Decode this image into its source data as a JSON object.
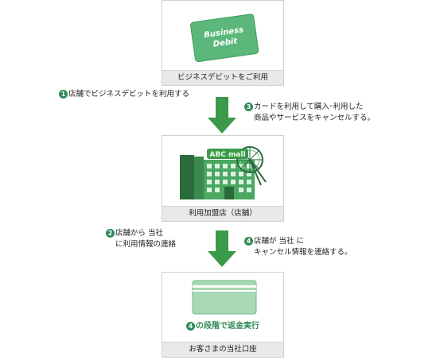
{
  "card_box": {
    "card_text_line1": "Business",
    "card_text_line2": "Debit",
    "caption": "ビジネスデビットをご利用"
  },
  "store_box": {
    "sign_text": "ABC mall",
    "caption": "利用加盟店（店舗）"
  },
  "account_box": {
    "refund_number": "4",
    "refund_text": "の段階で返金実行",
    "caption": "お客さまの当社口座"
  },
  "steps": {
    "step1": {
      "number": "1",
      "text": "店舗でビジネスデビットを利用する"
    },
    "step3": {
      "number": "3",
      "line1": "カードを利用して購入･利用した",
      "line2": "商品やサービスをキャンセルする。"
    },
    "step2": {
      "number": "2",
      "line1": "店舗から 当社",
      "line2": "に利用情報の連絡"
    },
    "step4": {
      "number": "4",
      "line1": "店舗が  当社  に",
      "line2": "キャンセル情報を連絡する。"
    }
  },
  "colors": {
    "accent": "#2e8b57",
    "arrow": "#3a9a4a",
    "card": "#5cb87a"
  }
}
